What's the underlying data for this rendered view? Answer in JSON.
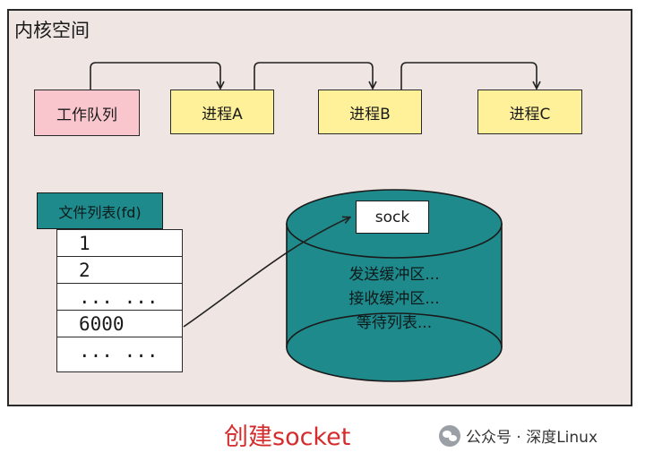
{
  "panel": {
    "title": "内核空间"
  },
  "queue": {
    "label": "工作队列"
  },
  "processes": [
    {
      "label": "进程A"
    },
    {
      "label": "进程B"
    },
    {
      "label": "进程C"
    }
  ],
  "fd_table": {
    "header": "文件列表(fd)",
    "rows": [
      "1",
      "2",
      "... ...",
      "6000",
      "... ..."
    ]
  },
  "socket": {
    "label": "sock",
    "lines": [
      "发送缓冲区...",
      "接收缓冲区...",
      "等待列表..."
    ]
  },
  "caption": "创建socket",
  "watermark": "公众号 · 深度Linux",
  "colors": {
    "panel_bg": "#efe5e3",
    "queue_bg": "#f9c6ce",
    "process_bg": "#fef19a",
    "fd_header_bg": "#1e8a8c",
    "cylinder": "#1e8a8c",
    "caption": "#d42c2c"
  }
}
